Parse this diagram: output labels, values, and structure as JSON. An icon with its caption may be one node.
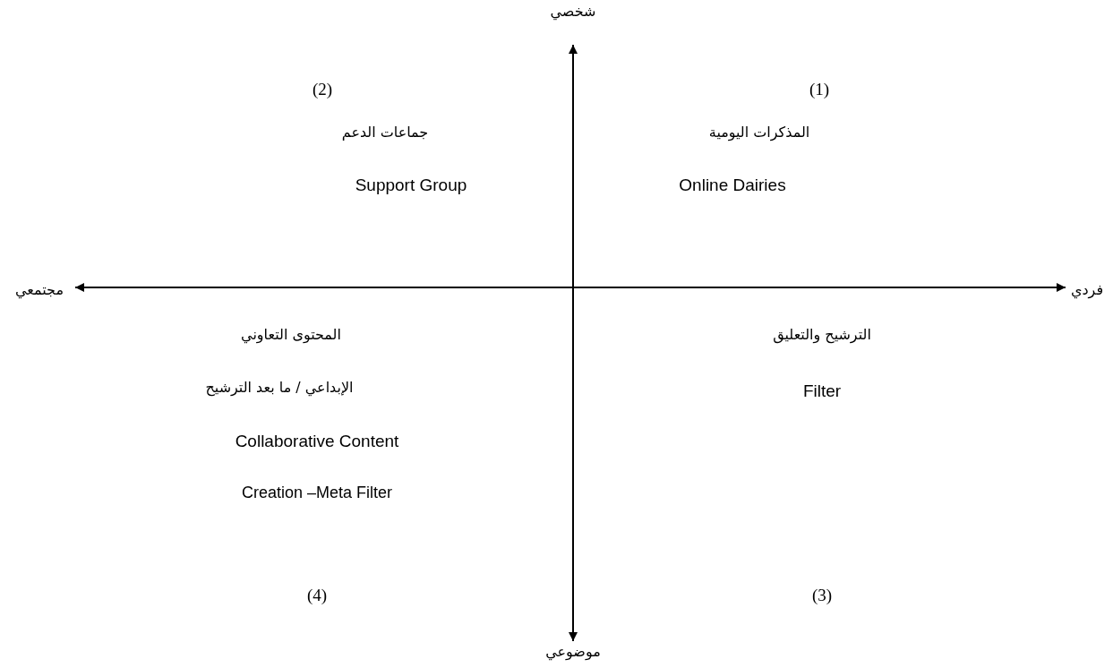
{
  "diagram": {
    "labels": [
      "شخصي",
      "(2)",
      "(1)",
      "جماعات الدعم",
      "المذكرات اليومية",
      "Support Group",
      "Online Dairies",
      "مجتمعي",
      "فردي",
      "المحتوى التعاوني",
      "الترشيح والتعليق",
      "الإبداعي / ما بعد الترشيح",
      "Filter",
      "Collaborative Content",
      "Creation –Meta Filter",
      "(4)",
      "(3)",
      "موضوعي"
    ]
  }
}
